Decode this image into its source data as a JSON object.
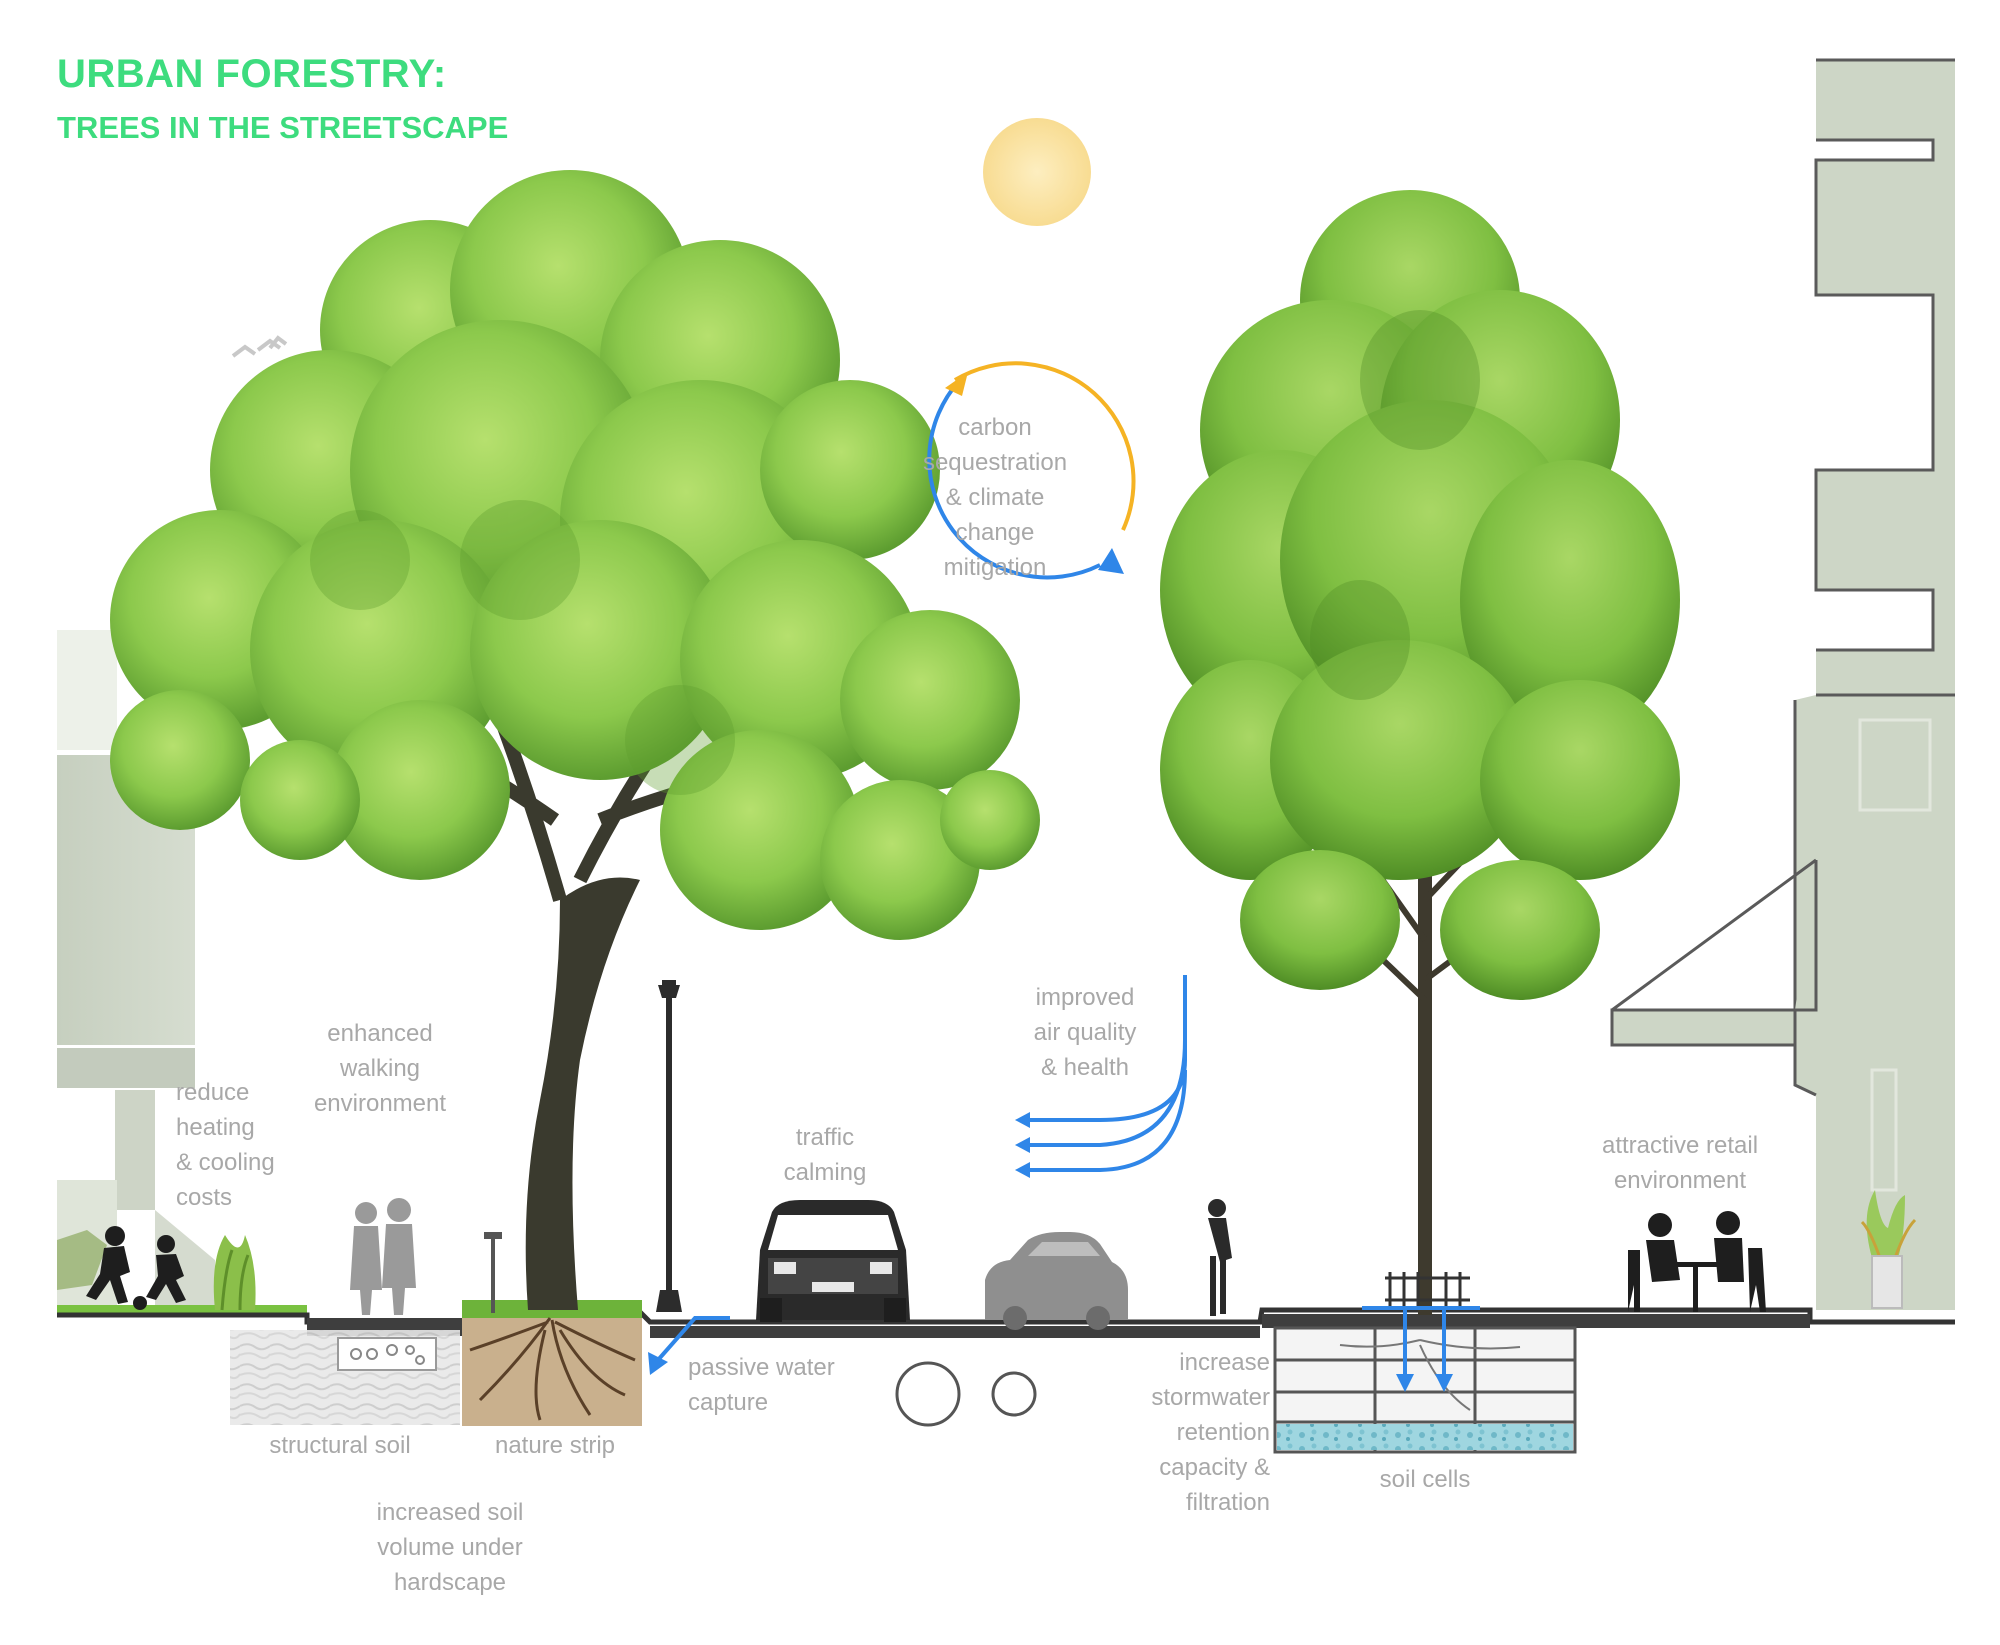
{
  "title": {
    "line1": "URBAN FORESTRY:",
    "line2": "TREES IN THE STREETSCAPE",
    "color": "#3ddc7e"
  },
  "labels": {
    "carbon": "carbon\nsequestration\n& climate\nchange\nmitigation",
    "air": "improved\nair quality\n& health",
    "walking": "enhanced\nwalking\nenvironment",
    "heating": "reduce\nheating\n& cooling\ncosts",
    "traffic": "traffic\ncalming",
    "retail": "attractive retail\nenvironment",
    "passive_water": "passive water\ncapture",
    "stormwater": "increase\nstormwater\nretention\ncapacity &\nfiltration",
    "structural_soil": "structural soil",
    "nature_strip": "nature strip",
    "soil_volume": "increased soil\nvolume under\nhardscape",
    "soil_cells": "soil cells"
  },
  "colors": {
    "label_text": "#a8a8a8",
    "arrow_blue": "#2f86e8",
    "arrow_orange": "#f5b324",
    "building": "#cfd7c9",
    "ground_line": "#333333",
    "foliage_light": "#9fd45a",
    "foliage_dark": "#5f9e2e",
    "sun": "#fbe6a6",
    "soil": "#c9b08d"
  },
  "icons": [
    "sun-icon",
    "birds-icon",
    "street-lamp-icon",
    "car-front-icon",
    "car-side-icon",
    "cyclist-icon",
    "pedestrians-icon",
    "children-icon",
    "cafe-diners-icon",
    "tree-grate-icon",
    "planter-icon",
    "pipe-icon"
  ]
}
